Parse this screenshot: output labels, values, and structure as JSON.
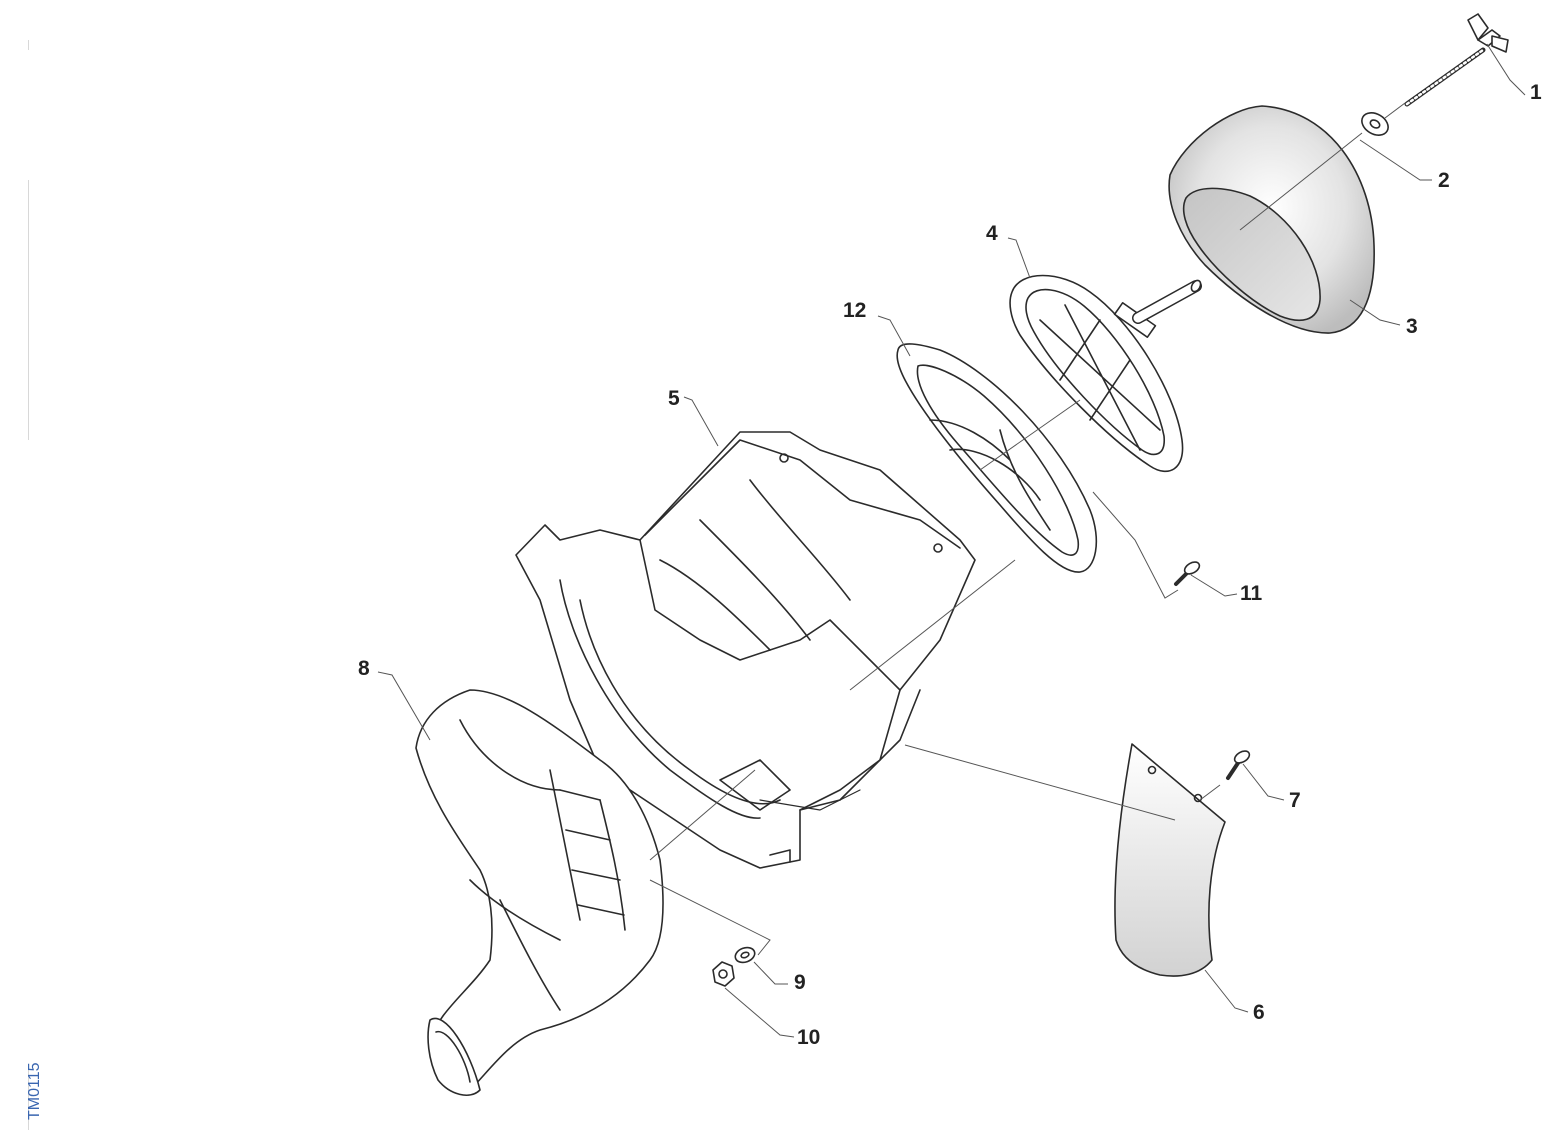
{
  "diagram": {
    "reference_code": "TM0115",
    "colors": {
      "line": "#2b2b2b",
      "leader": "#555555",
      "fill": "#ffffff",
      "shade": "#c9c9c9",
      "code": "#3a66b0"
    },
    "callouts": [
      "1",
      "2",
      "3",
      "4",
      "5",
      "6",
      "7",
      "8",
      "9",
      "10",
      "11",
      "12"
    ]
  }
}
